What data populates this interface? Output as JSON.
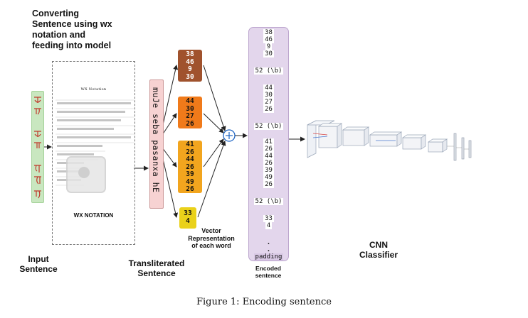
{
  "header": {
    "line1": "Converting",
    "line2": "Sentence using wx",
    "line3": "notation and",
    "line4": "feeding into model"
  },
  "wx_panel": {
    "table_title": "WX Notation",
    "caption": "WX NOTATION"
  },
  "input": {
    "label_line1": "Input",
    "label_line2": "Sentence"
  },
  "transliterated": {
    "text": "muJe seba pasanxa hE",
    "label_line1": "Transliterated",
    "label_line2": "Sentence"
  },
  "vectors": {
    "label_line1": "Vector",
    "label_line2": "Representation",
    "label_line3": "of each word",
    "words": [
      {
        "values": [
          "38",
          "46",
          "9",
          "30"
        ],
        "color": "#a0522d"
      },
      {
        "values": [
          "44",
          "30",
          "27",
          "26"
        ],
        "color": "#f07a1a"
      },
      {
        "values": [
          "41",
          "26",
          "44",
          "26",
          "39",
          "49",
          "26"
        ],
        "color": "#f2a51e"
      },
      {
        "values": [
          "33",
          "4"
        ],
        "color": "#ead11a"
      }
    ]
  },
  "encoded": {
    "lines": [
      "38",
      "46",
      "9",
      "30",
      "52 (\\b)",
      "44",
      "30",
      "27",
      "26",
      "52 (\\b)",
      "41",
      "26",
      "44",
      "26",
      "39",
      "49",
      "26",
      "52 (\\b)",
      "33",
      "4",
      ".",
      ".",
      "padding"
    ],
    "label_line1": "Encoded",
    "label_line2": "sentence"
  },
  "cnn": {
    "label_line1": "CNN",
    "label_line2": "Classifier"
  },
  "figure_caption": "Figure 1: Encoding sentence"
}
